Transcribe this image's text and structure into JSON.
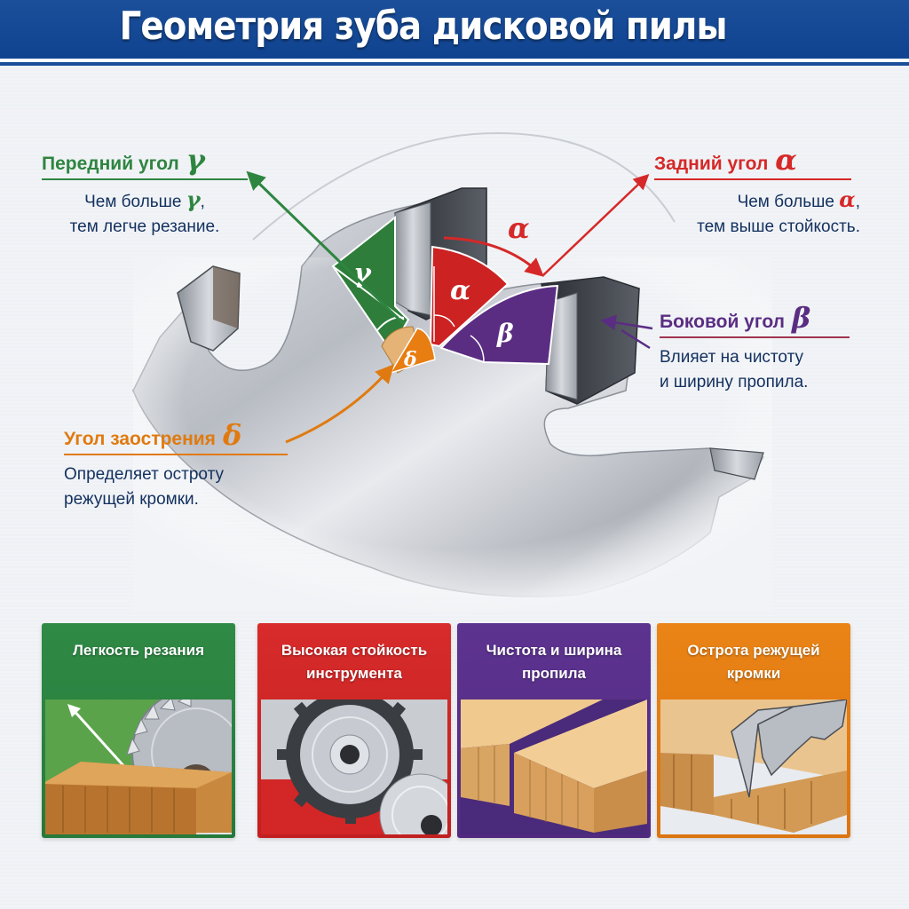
{
  "header": {
    "title": "Геометрия зуба дисковой пилы",
    "color": "#1b4f9a"
  },
  "angles": {
    "rake": {
      "title": "Передний угол",
      "symbol": "γ",
      "desc_line1_prefix": "Чем больше",
      "desc_line1_symbol": "γ",
      "desc_line1_suffix": ",",
      "desc_line2": "тем легче резание.",
      "color": "#2e8540"
    },
    "clearance": {
      "title": "Задний угол",
      "symbol": "α",
      "desc_line1_prefix": "Чем больше",
      "desc_line1_symbol": "α",
      "desc_line1_suffix": ",",
      "desc_line2": "тем выше стойкость.",
      "color": "#d62828"
    },
    "side": {
      "title": "Боковой угол",
      "symbol": "β",
      "desc_line1": "Влияет на чистоту",
      "desc_line2": "и ширину пропила.",
      "color": "#5a2d82"
    },
    "wedge": {
      "title": "Угол заострения",
      "symbol": "δ",
      "desc_line1": "Определяет остроту",
      "desc_line2": "режущей кромки.",
      "color": "#e07a10"
    }
  },
  "diagram_labels": {
    "gamma": "γ",
    "alpha": "α",
    "alpha_arc": "α",
    "beta": "β",
    "delta": "δ"
  },
  "cards": [
    {
      "title_line1": "Легкость резания",
      "title_line2": "",
      "color": "#2e8540",
      "illustration": "saw-cutting-wood"
    },
    {
      "title_line1": "Высокая стойкость",
      "title_line2": "инструмента",
      "color": "#d62828",
      "illustration": "gears"
    },
    {
      "title_line1": "Чистота и ширина",
      "title_line2": "пропила",
      "color": "#5a2d82",
      "illustration": "split-board-kerf"
    },
    {
      "title_line1": "Острота режущей",
      "title_line2": "кромки",
      "color": "#e07a10",
      "illustration": "tooth-in-wood"
    }
  ],
  "colors": {
    "text_dark": "#13305f",
    "green": "#2e8540",
    "red": "#d62828",
    "purple": "#5a2d82",
    "orange": "#e07a10"
  }
}
